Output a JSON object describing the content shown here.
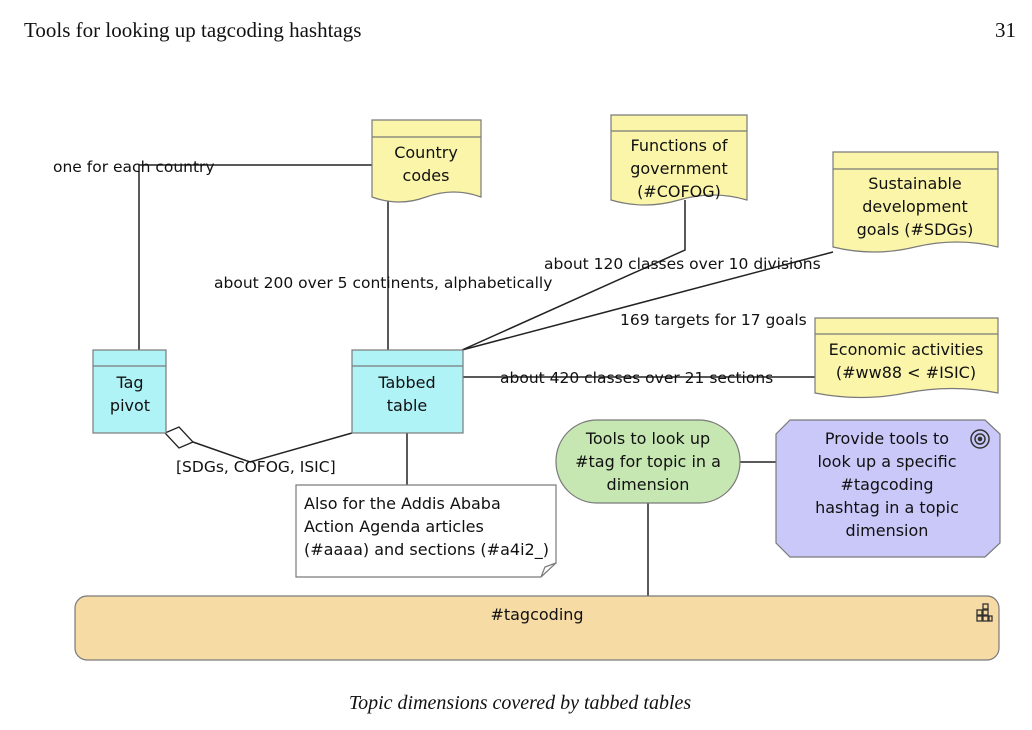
{
  "page": {
    "header": "Tools for looking up tagcoding hashtags",
    "page_number": "31",
    "caption": "Topic dimensions covered by tabbed tables"
  },
  "colors": {
    "document": "#fbf5a9",
    "component": "#aff3f7",
    "function": "#c6e6b2",
    "requirement": "#c9c8f8",
    "grouping": "#f7dba5",
    "note": "#ffffff",
    "stroke": "#7a7a7a"
  },
  "nodes": {
    "country_codes": [
      "Country",
      "codes"
    ],
    "cofog": [
      "Functions of",
      "government",
      "(#COFOG)"
    ],
    "sdgs": [
      "Sustainable",
      "development",
      "goals (#SDGs)"
    ],
    "economic": [
      "Economic activities",
      "(#ww88 < #ISIC)"
    ],
    "tag_pivot": [
      "Tag",
      "pivot"
    ],
    "tabbed_table": [
      "Tabbed",
      "table"
    ],
    "note_addis": [
      "Also for the Addis Ababa",
      "Action Agenda articles",
      "(#aaaa) and sections (#a4i2_)"
    ],
    "tools_lookup": [
      "Tools to look up",
      "#tag for topic in a",
      "dimension"
    ],
    "provide_tools": [
      "Provide tools to",
      "look up a specific",
      "#tagcoding",
      "hashtag in a topic",
      "dimension"
    ],
    "tagcoding": "#tagcoding"
  },
  "edge_labels": {
    "one_each_country": "one for each country",
    "about_200": "about 200 over 5 continents, alphabetically",
    "about_120": "about 120 classes over 10 divisions",
    "targets_169": "169 targets for 17 goals",
    "about_420": "about 420 classes over 21 sections",
    "aggregation": "[SDGs, COFOG, ISIC]"
  }
}
